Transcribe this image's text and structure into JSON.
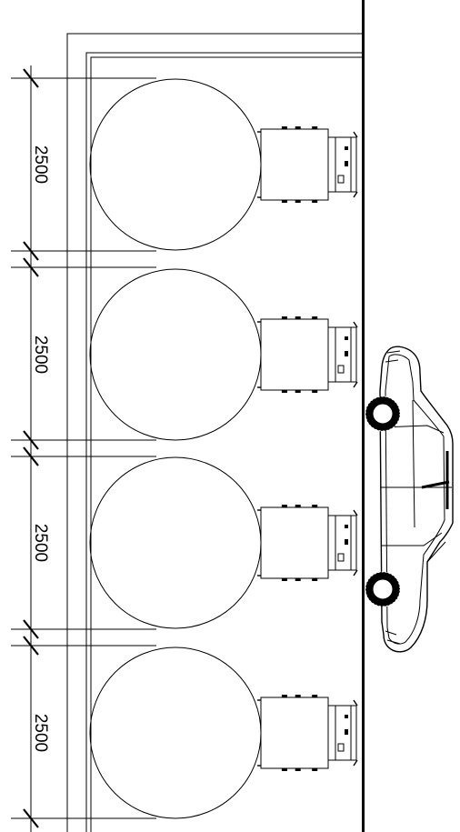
{
  "dimensions": {
    "spacing_labels": [
      "2500",
      "2500",
      "2500",
      "2500"
    ]
  },
  "equipment": {
    "unit_count": 4
  },
  "vehicle": {
    "present": true
  }
}
